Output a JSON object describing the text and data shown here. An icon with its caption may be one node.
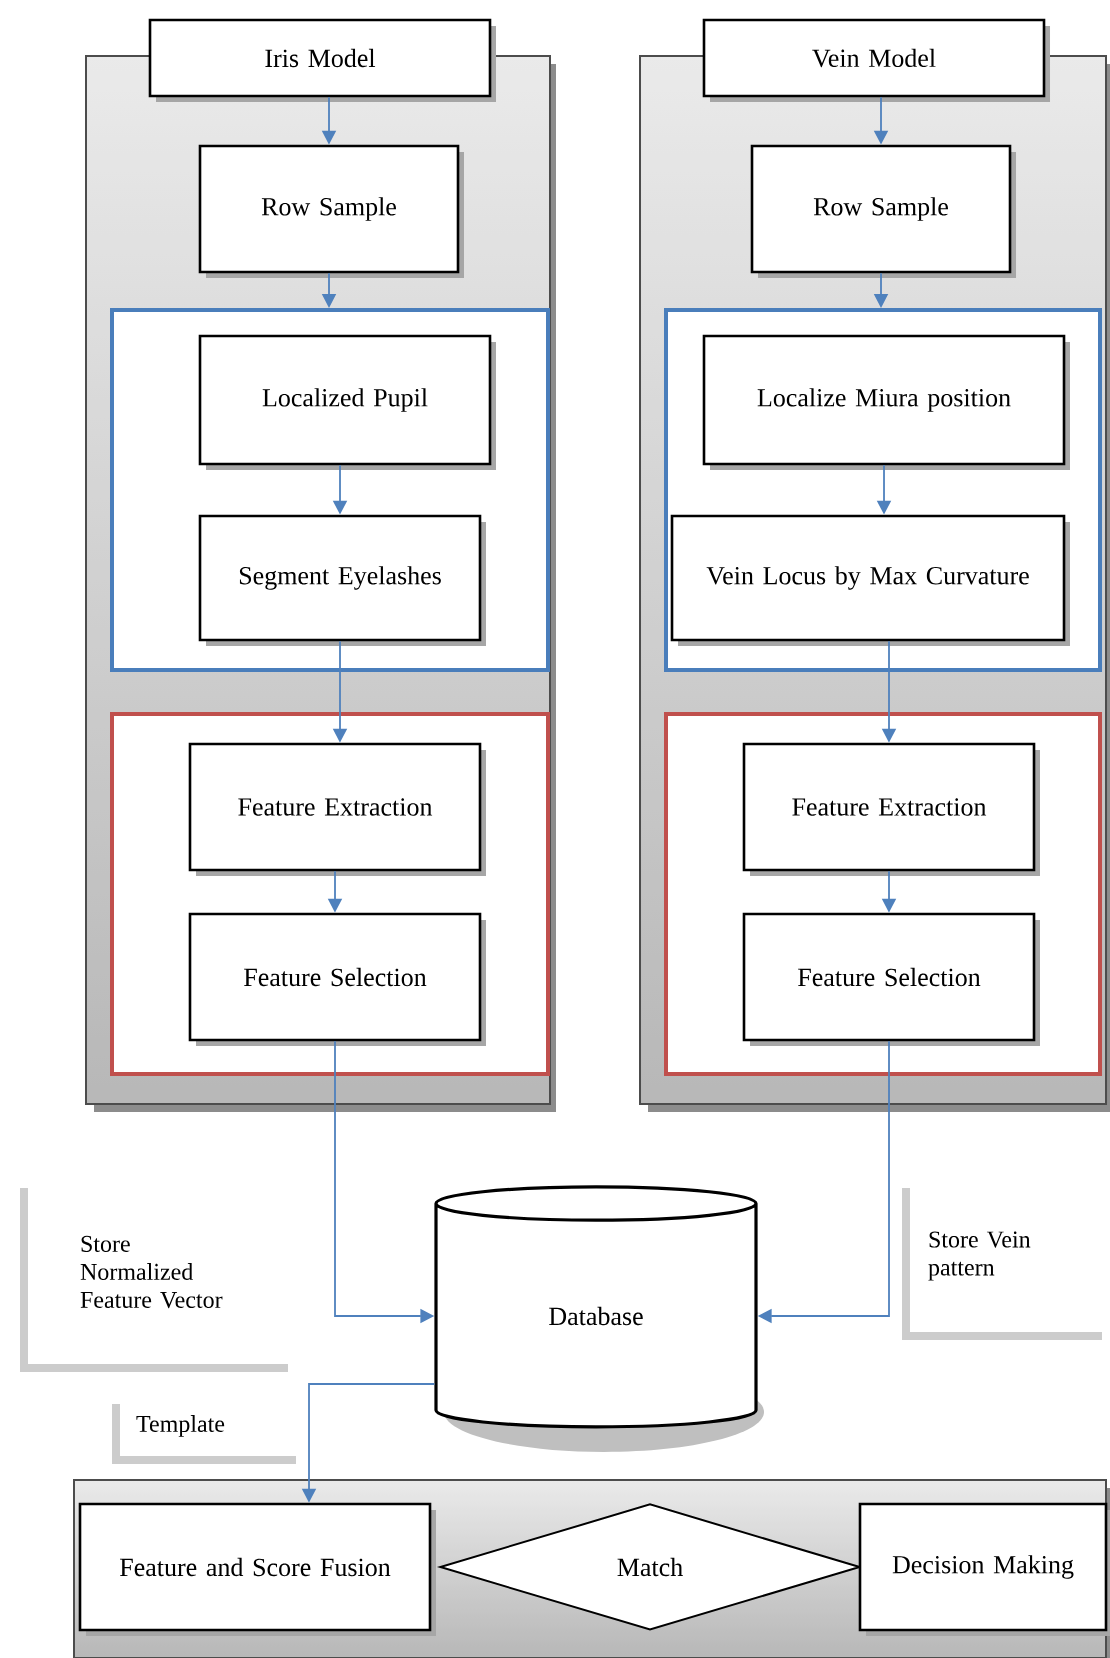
{
  "diagram": {
    "nodes": [
      {
        "text": [],
        "shape": "box"
      },
      {
        "text": [
          "Iris Model"
        ]
      },
      {
        "text": [
          "Row Sample"
        ],
        "in": 0
      },
      {
        "text": [],
        "shape": "box",
        "in": 0
      },
      {
        "text": [
          "Localized Pupil"
        ],
        "in": 3
      },
      {
        "text": [
          "Segment Eyelashes"
        ],
        "in": 3
      },
      {
        "text": [],
        "shape": "box",
        "in": 0
      },
      {
        "text": [
          "Feature Extraction"
        ],
        "in": 6
      },
      {
        "text": [
          "Feature Selection"
        ],
        "in": 6
      },
      {
        "text": [],
        "shape": "box"
      },
      {
        "text": [
          "Vein Model"
        ]
      },
      {
        "text": [
          "Row Sample"
        ],
        "in": 9
      },
      {
        "text": [],
        "shape": "box",
        "in": 9
      },
      {
        "text": [
          "Localize Miura position"
        ],
        "in": 12
      },
      {
        "text": [
          "Vein Locus by Max Curvature"
        ],
        "in": 12
      },
      {
        "text": [],
        "shape": "box",
        "in": 9
      },
      {
        "text": [
          "Feature Extraction"
        ],
        "in": 15
      },
      {
        "text": [
          "Feature Selection"
        ],
        "in": 15
      },
      {
        "text": [
          "Database"
        ]
      },
      {
        "text": [],
        "shape": "box"
      },
      {
        "text": [
          "Feature and Score Fusion"
        ],
        "in": 19
      },
      {
        "text": [
          "Match"
        ],
        "in": 19
      },
      {
        "text": [
          "Decision Making"
        ],
        "in": 19
      }
    ],
    "edges": [
      {
        "from": 1,
        "to": 2,
        "arrow": "to"
      },
      {
        "from": 2,
        "to": 3,
        "arrow": "to"
      },
      {
        "from": 4,
        "to": 5,
        "arrow": "to"
      },
      {
        "from": 5,
        "to": 7,
        "arrow": "to"
      },
      {
        "from": 7,
        "to": 8,
        "arrow": "to"
      },
      {
        "from": 10,
        "to": 11,
        "arrow": "to"
      },
      {
        "from": 11,
        "to": 12,
        "arrow": "to"
      },
      {
        "from": 13,
        "to": 14,
        "arrow": "to"
      },
      {
        "from": 14,
        "to": 16,
        "arrow": "to"
      },
      {
        "from": 16,
        "to": 17,
        "arrow": "to"
      },
      {
        "from": 8,
        "to": 18,
        "arrow": "to",
        "label": "Store Normalized Feature Vector"
      },
      {
        "from": 17,
        "to": 18,
        "arrow": "to",
        "label": "Store Vein pattern"
      },
      {
        "from": 18,
        "to": 20,
        "arrow": "to",
        "label": "Template"
      }
    ]
  }
}
